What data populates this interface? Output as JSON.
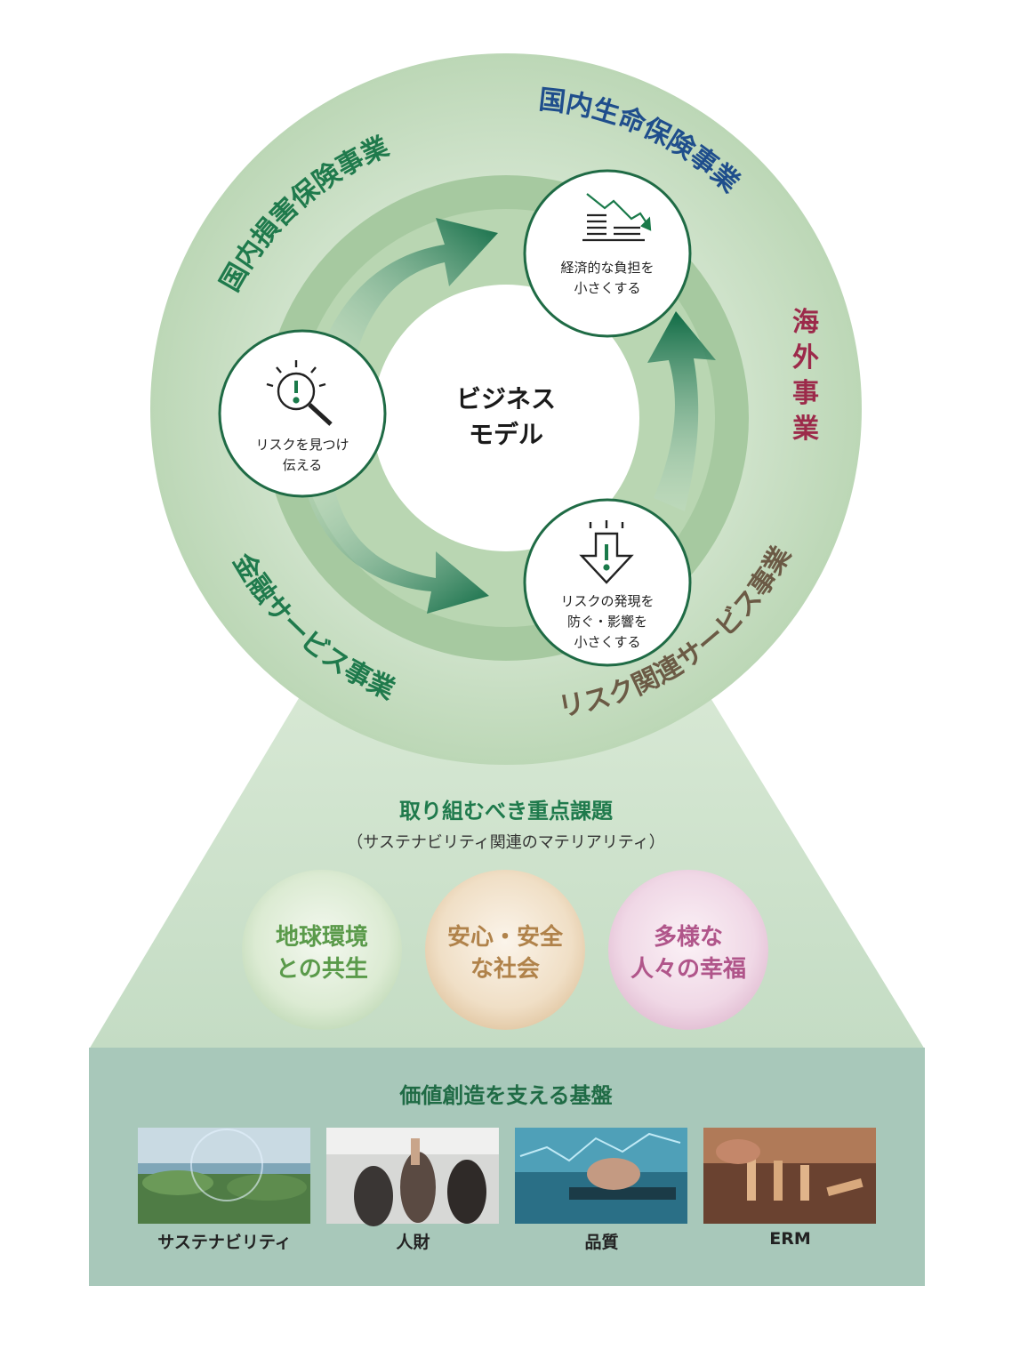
{
  "center": {
    "line1": "ビジネス",
    "line2": "モデル"
  },
  "businesses": {
    "domestic_nonlife": "国内損害保険事業",
    "domestic_life": "国内生命保険事業",
    "overseas": "海外事業",
    "risk_services": "リスク関連サービス事業",
    "financial": "金融サービス事業"
  },
  "steps": {
    "find": {
      "line1": "リスクを見つけ",
      "line2": "伝える",
      "icon": "magnifier-alert-icon"
    },
    "reduce": {
      "line1": "経済的な負担を",
      "line2": "小さくする",
      "icon": "declining-chart-icon"
    },
    "prevent": {
      "line1": "リスクの発現を",
      "line2": "防ぐ・影響を",
      "line3": "小さくする",
      "icon": "down-arrow-alert-icon"
    }
  },
  "materiality": {
    "title": "取り組むべき重点課題",
    "subtitle": "（サステナビリティ関連のマテリアリティ）",
    "items": [
      {
        "line1": "地球環境",
        "line2": "との共生",
        "color": "#5a9a4a"
      },
      {
        "line1": "安心・安全",
        "line2": "な社会",
        "color": "#b0824a"
      },
      {
        "line1": "多様な",
        "line2": "人々の幸福",
        "color": "#b0558a"
      }
    ]
  },
  "foundation": {
    "title": "価値創造を支える基盤",
    "items": [
      "サステナビリティ",
      "人財",
      "品質",
      "ERM"
    ]
  },
  "colors": {
    "outer_ring": "#c8dcc3",
    "inner_ring": "#a9cba2",
    "accent_green": "#1f7a4c",
    "dark_green": "#0e6a45",
    "life_blue": "#1f4e8c",
    "overseas_red": "#9c2a4a",
    "risk_brown": "#6b5a45",
    "pedestal": "#c9dec8",
    "foundation_box": "#a9c9bb"
  }
}
